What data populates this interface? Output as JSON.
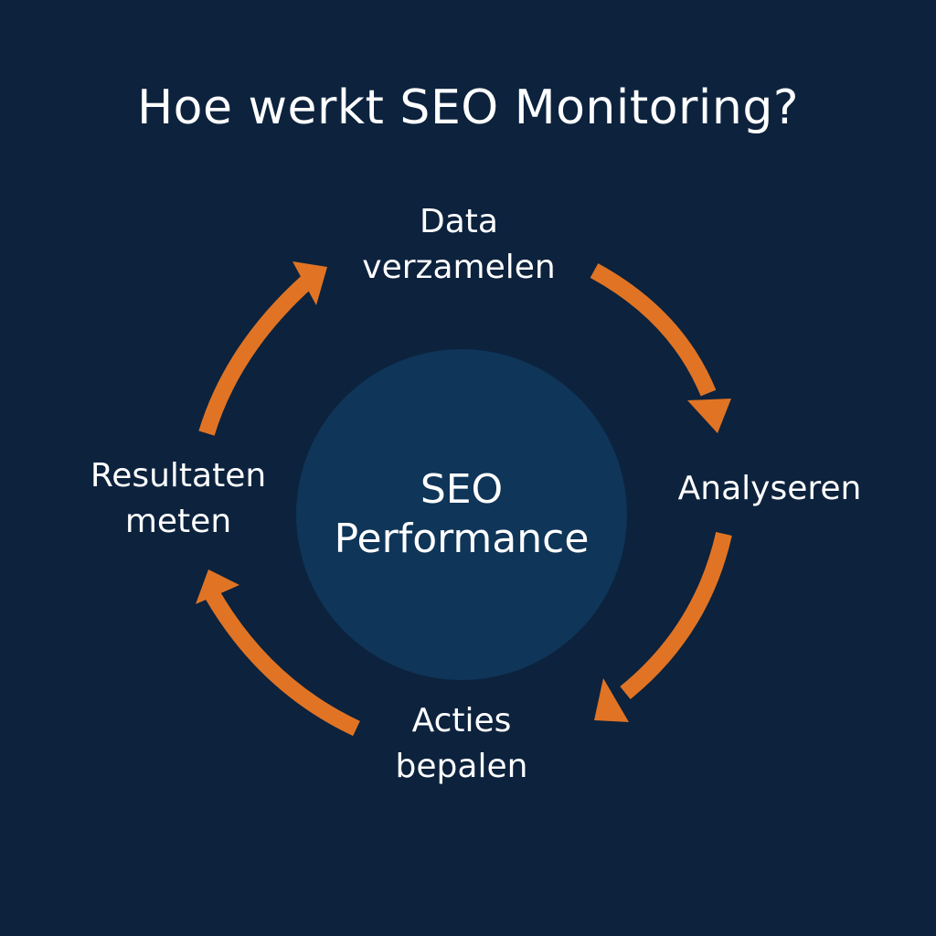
{
  "title": "Hoe werkt SEO Monitoring?",
  "center": {
    "line1": "SEO",
    "line2": "Performance"
  },
  "steps": [
    {
      "line1": "Data",
      "line2": "verzamelen"
    },
    {
      "line1": "Analyseren",
      "line2": ""
    },
    {
      "line1": "Acties",
      "line2": "bepalen"
    },
    {
      "line1": "Resultaten",
      "line2": "meten"
    }
  ],
  "colors": {
    "background": "#0c223d",
    "center_circle": "#0f3558",
    "arrow": "#e07424",
    "text": "#ffffff"
  },
  "arrows": [
    {
      "from": "Data verzamelen",
      "to": "Analyseren",
      "direction": "clockwise"
    },
    {
      "from": "Analyseren",
      "to": "Acties bepalen",
      "direction": "clockwise"
    },
    {
      "from": "Acties bepalen",
      "to": "Resultaten meten",
      "direction": "clockwise"
    },
    {
      "from": "Resultaten meten",
      "to": "Data verzamelen",
      "direction": "clockwise"
    }
  ]
}
